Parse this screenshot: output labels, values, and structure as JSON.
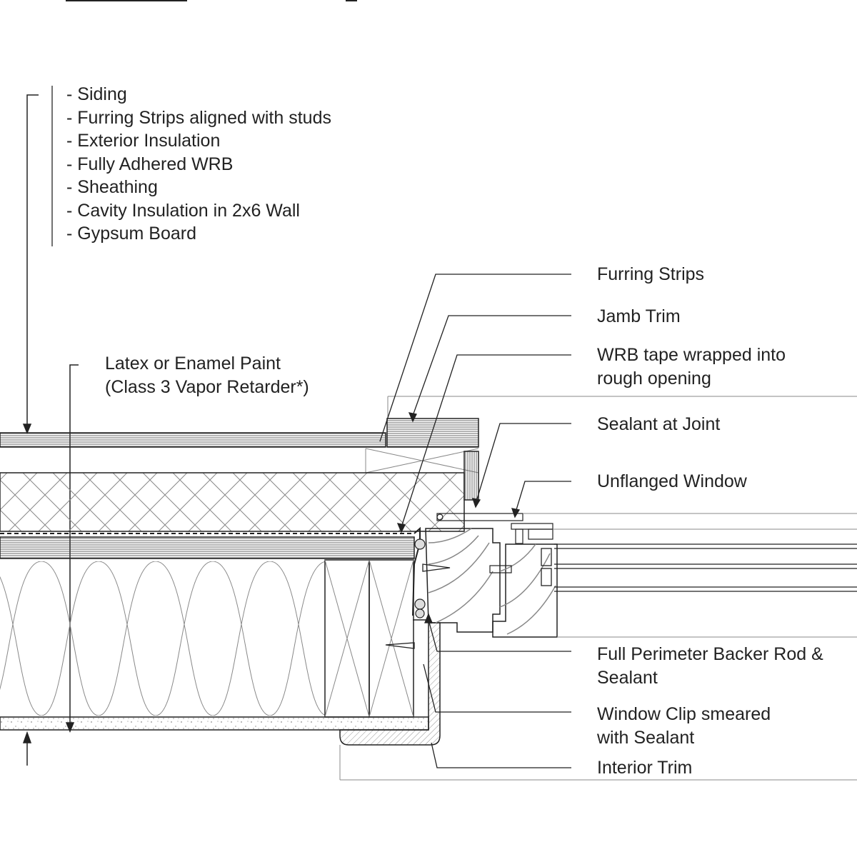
{
  "wall_layers": [
    "- Siding",
    "- Furring Strips aligned with studs",
    "- Exterior Insulation",
    "- Fully Adhered WRB",
    "- Sheathing",
    "- Cavity Insulation in 2x6 Wall",
    "- Gypsum Board"
  ],
  "paint_note": {
    "line1": "Latex or Enamel Paint",
    "line2": "(Class 3 Vapor Retarder*)"
  },
  "callouts": {
    "furring_strips": "Furring Strips",
    "jamb_trim": "Jamb Trim",
    "wrb_tape_line1": "WRB tape wrapped into",
    "wrb_tape_line2": "rough opening",
    "sealant_joint": "Sealant at Joint",
    "unflanged_window": "Unflanged Window",
    "backer_rod_line1": "Full Perimeter Backer Rod &",
    "backer_rod_line2": "Sealant",
    "window_clip_line1": "Window Clip smeared",
    "window_clip_line2": "with Sealant",
    "interior_trim": "Interior Trim"
  },
  "colors": {
    "line": "#222222",
    "thin_line": "#555555",
    "background": "#ffffff"
  }
}
